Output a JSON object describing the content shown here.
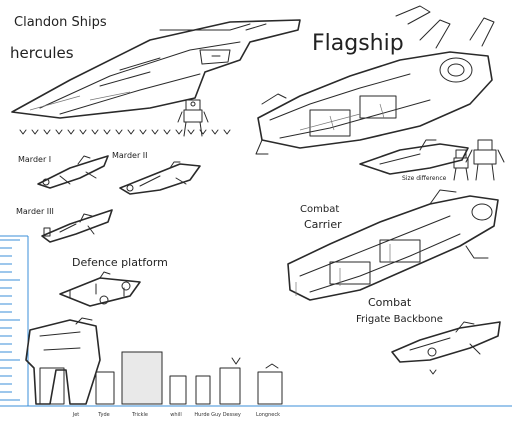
{
  "labels": {
    "faction_title": "Clandon Ships",
    "hercules": "hercules",
    "flagship": "Flagship",
    "marder_1": "Marder I",
    "marder_2": "Marder II",
    "marder_3": "Marder III",
    "defence_platform": "Defence platform",
    "size_difference": "Size difference",
    "combat_carrier_1": "Combat",
    "combat_carrier_2": "Carrier",
    "combat_frigate_1": "Combat",
    "combat_frigate_2": "Frigate Backbone"
  },
  "character_labels": [
    "Jet",
    "Tyde",
    "Trickle",
    "whill",
    "Hurde",
    "Guy Dessey",
    "Longneck"
  ],
  "colors": {
    "ruler": "#3b8fd9",
    "ink": "#2a2a2a"
  }
}
